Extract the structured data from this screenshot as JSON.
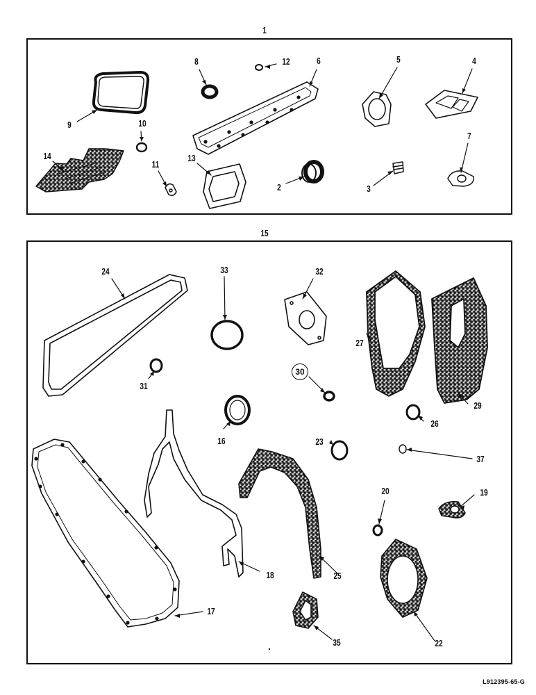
{
  "kits": {
    "kit1": "1",
    "kit15": "15"
  },
  "callouts": {
    "p2": "2",
    "p3": "3",
    "p4": "4",
    "p5": "5",
    "p6": "6",
    "p7": "7",
    "p8": "8",
    "p9": "9",
    "p10": "10",
    "p11": "11",
    "p12": "12",
    "p13": "13",
    "p14": "14",
    "p16": "16",
    "p17": "17",
    "p18": "18",
    "p19": "19",
    "p20": "20",
    "p22": "22",
    "p23": "23",
    "p24": "24",
    "p25": "25",
    "p26": "26",
    "p27": "27",
    "p29": "29",
    "p30": "30",
    "p31": "31",
    "p32": "32",
    "p33": "33",
    "p35": "35",
    "p37": "37"
  },
  "figure_ref": "L912395-65-G"
}
